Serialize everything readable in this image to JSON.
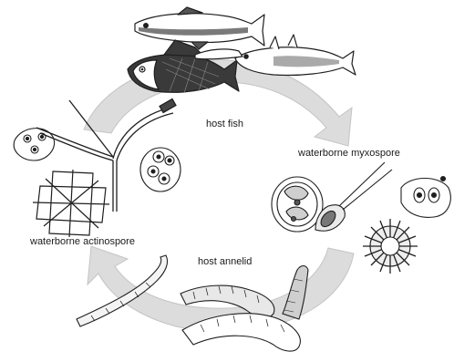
{
  "labels": {
    "host_fish": "host fish",
    "waterborne_myxospore": "waterborne myxospore",
    "host_annelid": "host annelid",
    "waterborne_actinospore": "waterborne actinospore"
  },
  "colors": {
    "arrow_fill": "#dcdcdc",
    "arrow_stroke": "#c4c4c4",
    "line": "#1f1f1f",
    "fish_body": "#ffffff",
    "fish_dark": "#3a3a3a"
  },
  "icons": [
    "fish-icon",
    "fish-icon",
    "fish-icon",
    "fish-icon",
    "pansporoblast-icon",
    "myxospore-icon",
    "spore-icon",
    "triactinomyxon-icon",
    "actinospore-icon",
    "worm-icon"
  ]
}
